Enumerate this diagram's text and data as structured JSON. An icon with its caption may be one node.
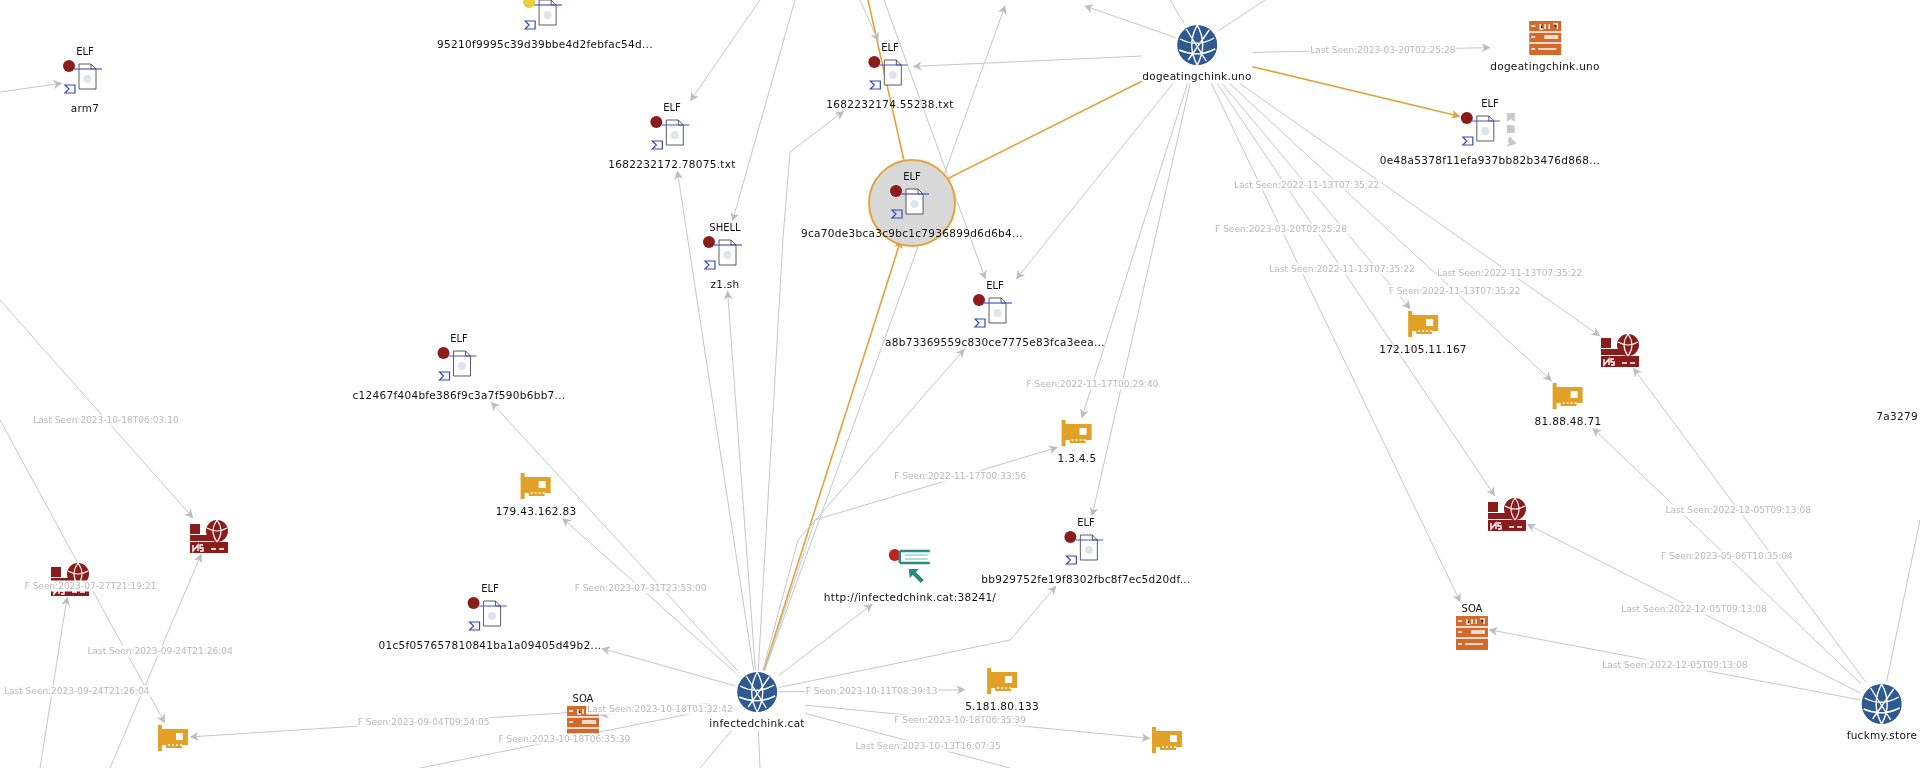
{
  "diagram": {
    "nodes": [
      {
        "text": [
          "ELF",
          "arm7"
        ]
      },
      {
        "text": [
          "95210f9995c39d39bbe4d2febfac54d..."
        ]
      },
      {
        "text": [
          "dogeatingchink.uno"
        ]
      },
      {
        "text": [
          "dogeatingchink.uno"
        ]
      },
      {
        "text": [
          "ELF",
          "1682232174.55238.txt"
        ]
      },
      {
        "text": [
          "ELF",
          "1682232172.78075.txt"
        ]
      },
      {
        "text": [
          "ELF",
          "0e48a5378f11efa937bb82b3476d868..."
        ]
      },
      {
        "text": [
          "ELF",
          "9ca70de3bca3c9bc1c7936899d6d6b4..."
        ]
      },
      {
        "text": [
          "SHELL",
          "z1.sh"
        ]
      },
      {
        "text": [],
        "shape": "picture"
      },
      {
        "text": [
          "172.105.11.167"
        ]
      },
      {
        "text": [
          "ELF",
          "a8b73369559c830ce7775e83fca3eea..."
        ]
      },
      {
        "text": [
          "ELF",
          "c12467f404bfe386f9c3a7f590b6bb7..."
        ]
      },
      {
        "text": [
          "81.88.48.71"
        ]
      },
      {
        "text": [
          "1.3.4.5"
        ]
      },
      {
        "text": [
          "179.43.162.83"
        ]
      },
      {
        "text": [],
        "shape": "picture"
      },
      {
        "text": [],
        "shape": "picture"
      },
      {
        "text": [
          "ELF",
          "bb929752fe19f8302fbc8f7ec5d20df..."
        ]
      },
      {
        "text": [
          "http://infectedchink.cat:38241/"
        ]
      },
      {
        "text": [],
        "shape": "picture"
      },
      {
        "text": [
          "ELF",
          "01c5f057657810841ba1a09405d49b2..."
        ]
      },
      {
        "text": [
          "SOA"
        ]
      },
      {
        "text": [
          "fuckmy.store"
        ]
      },
      {
        "text": [
          "infectedchink.cat"
        ]
      },
      {
        "text": [
          "5.181.80.133"
        ]
      },
      {
        "text": [
          "SOA"
        ]
      },
      {
        "text": [],
        "shape": "picture"
      },
      {
        "text": [],
        "shape": "picture"
      }
    ],
    "edges": [
      {
        "from": 2,
        "to": 3,
        "arrow": "to",
        "label": "Last Seen:2023-03-20T02:25:28"
      },
      {
        "from": 2,
        "to": 6,
        "arrow": "to",
        "color": "#e3a23b"
      },
      {
        "from": 2,
        "to": 7,
        "arrow": "to",
        "color": "#e3a23b"
      },
      {
        "from": null,
        "to": 7,
        "arrow": "to",
        "color": "#e3a23b"
      },
      {
        "from": 24,
        "to": 7,
        "arrow": "to",
        "color": "#e3a23b"
      },
      {
        "from": 2,
        "to": 4,
        "arrow": "to"
      },
      {
        "from": 2,
        "to": null,
        "arrow": "to"
      },
      {
        "from": 2,
        "to": 11,
        "arrow": "to"
      },
      {
        "from": 2,
        "to": 9,
        "arrow": "to",
        "label": "Last Seen:2022-11-13T07:35:22"
      },
      {
        "from": 2,
        "to": 10,
        "arrow": "to",
        "label": "Last Seen:2022-11-13T07:35:22"
      },
      {
        "from": 2,
        "to": 13,
        "arrow": "to",
        "label": "F Seen:2022-11-13T07:35:22"
      },
      {
        "from": 2,
        "to": 16,
        "arrow": "to",
        "label": "Last Seen:2022-11-13T07:35:22"
      },
      {
        "from": 2,
        "to": 22,
        "arrow": "to",
        "label": "F Seen:2023-03-20T02:25:28"
      },
      {
        "from": 2,
        "to": 14,
        "arrow": "to",
        "label": "F Seen:2022-11-17T00:29:40"
      },
      {
        "from": 2,
        "to": 18,
        "arrow": "to"
      },
      {
        "from": 24,
        "to": 14,
        "arrow": "to",
        "label": "F Seen:2022-11-17T00:33:56"
      },
      {
        "from": 24,
        "to": 18,
        "arrow": "to"
      },
      {
        "from": 24,
        "to": 25,
        "arrow": "to",
        "label": "F Seen:2023-10-11T08:39:13"
      },
      {
        "from": 24,
        "to": 28,
        "arrow": "to",
        "label": "F Seen:2023-10-18T06:35:39"
      },
      {
        "from": 24,
        "to": null,
        "arrow": "none",
        "label": "Last Seen:2023-10-13T16:07:35"
      },
      {
        "from": 24,
        "to": 19,
        "arrow": "to"
      },
      {
        "from": 24,
        "to": 11,
        "arrow": "to"
      },
      {
        "from": 24,
        "to": 5,
        "arrow": "to"
      },
      {
        "from": 24,
        "to": 8,
        "arrow": "to"
      },
      {
        "from": 24,
        "to": 4,
        "arrow": "to"
      },
      {
        "from": 24,
        "to": null,
        "arrow": "to"
      },
      {
        "from": 24,
        "to": 12,
        "arrow": "to"
      },
      {
        "from": 24,
        "to": 15,
        "arrow": "to",
        "label": "F Seen:2023-07-31T23:53:00"
      },
      {
        "from": 24,
        "to": 21,
        "arrow": "to"
      },
      {
        "from": 24,
        "to": 26,
        "arrow": "to",
        "label": "Last Seen:2023-10-18T01:32:42"
      },
      {
        "from": 24,
        "to": 27,
        "arrow": "to",
        "label": "F Seen:2023-09-04T09:54:05"
      },
      {
        "from": 24,
        "to": null,
        "arrow": "none",
        "label": "F Seen:2023-10-18T06:35:39"
      },
      {
        "from": null,
        "to": 5,
        "arrow": "to"
      },
      {
        "from": null,
        "to": 8,
        "arrow": "to"
      },
      {
        "from": null,
        "to": 4,
        "arrow": "to"
      },
      {
        "from": null,
        "to": 11,
        "arrow": "to"
      },
      {
        "from": null,
        "to": 0,
        "arrow": "to"
      },
      {
        "from": null,
        "to": 17,
        "arrow": "to",
        "label": "Last Seen:2023-10-18T06:03:10"
      },
      {
        "from": null,
        "to": 17,
        "arrow": "to",
        "label": "Last Seen:2023-09-24T21:26:04"
      },
      {
        "from": null,
        "to": 20,
        "arrow": "to",
        "label": "Last Seen:2023-09-24T21:26:04"
      },
      {
        "from": null,
        "to": 27,
        "arrow": "to",
        "label": "F Seen:2023-07-27T21:19:21"
      },
      {
        "from": 23,
        "to": 9,
        "arrow": "to",
        "label": "Last Seen:2022-12-05T09:13:08"
      },
      {
        "from": 23,
        "to": 13,
        "arrow": "to",
        "label": "F Seen:2023-05-06T10:35:04"
      },
      {
        "from": 23,
        "to": 16,
        "arrow": "to",
        "label": "Last Seen:2022-12-05T09:13:08"
      },
      {
        "from": 23,
        "to": 22,
        "arrow": "to",
        "label": "Last Seen:2022-12-05T09:13:08"
      },
      {
        "from": 23,
        "to": null,
        "arrow": "none"
      },
      {
        "from": 2,
        "to": null,
        "arrow": "none"
      },
      {
        "from": 2,
        "to": null,
        "arrow": "none"
      },
      {
        "from": 24,
        "to": null,
        "arrow": "none"
      },
      {
        "from": 24,
        "to": null,
        "arrow": "none"
      }
    ],
    "labels": [
      "7a3279"
    ]
  }
}
